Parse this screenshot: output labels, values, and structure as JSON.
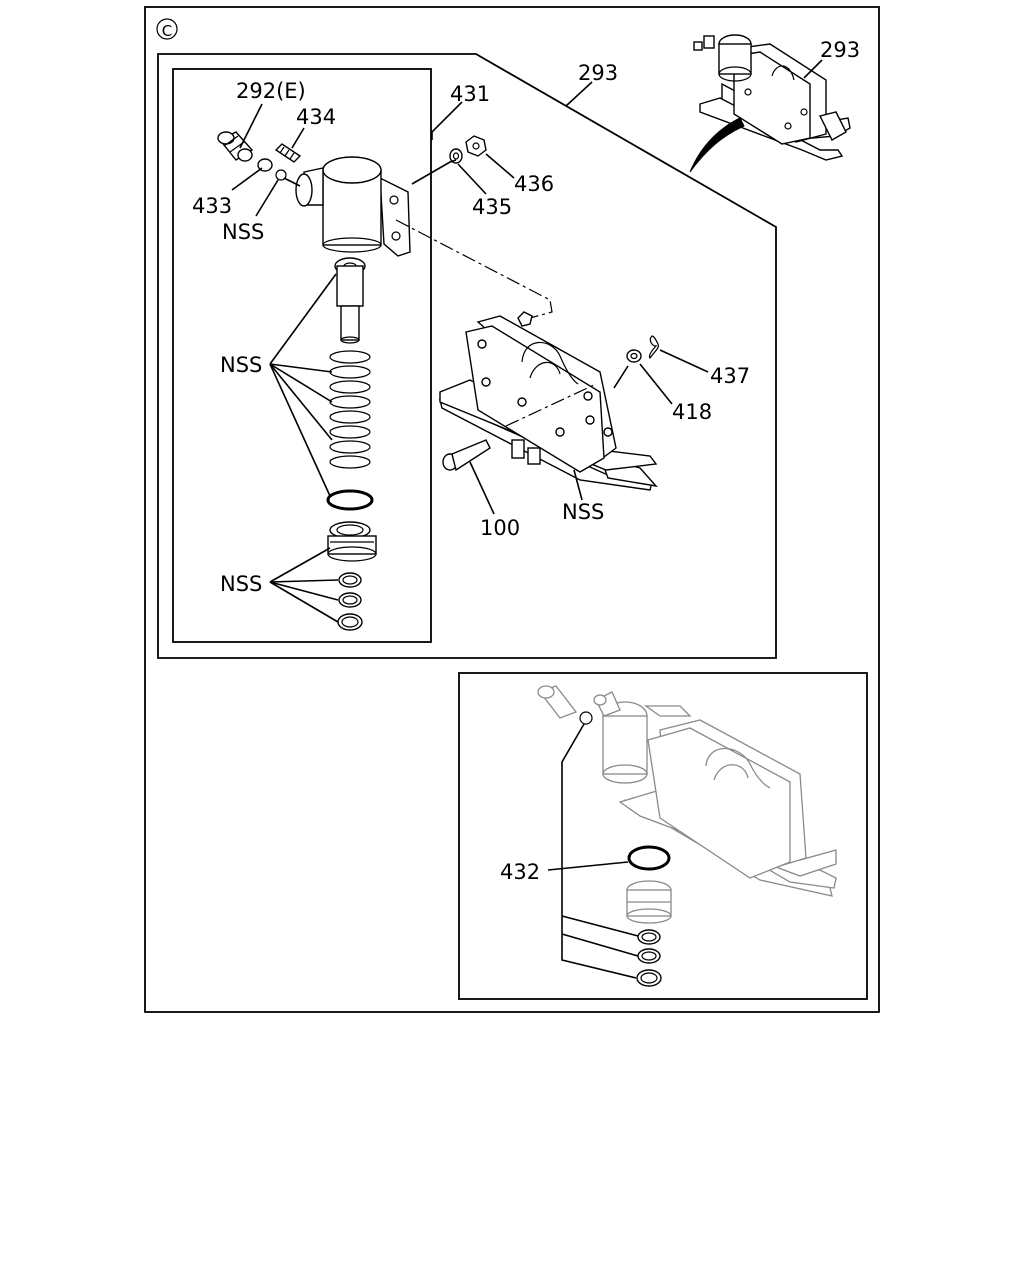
{
  "diagram": {
    "view_marker": "C",
    "labels": {
      "p292e": "292(E)",
      "p434": "434",
      "p431": "431",
      "p293_main": "293",
      "p293_inset": "293",
      "p433": "433",
      "nss_top": "NSS",
      "p435": "435",
      "p436": "436",
      "nss_spring": "NSS",
      "p437": "437",
      "p418": "418",
      "p100": "100",
      "nss_bracket": "NSS",
      "nss_bottom": "NSS",
      "p432": "432"
    }
  }
}
